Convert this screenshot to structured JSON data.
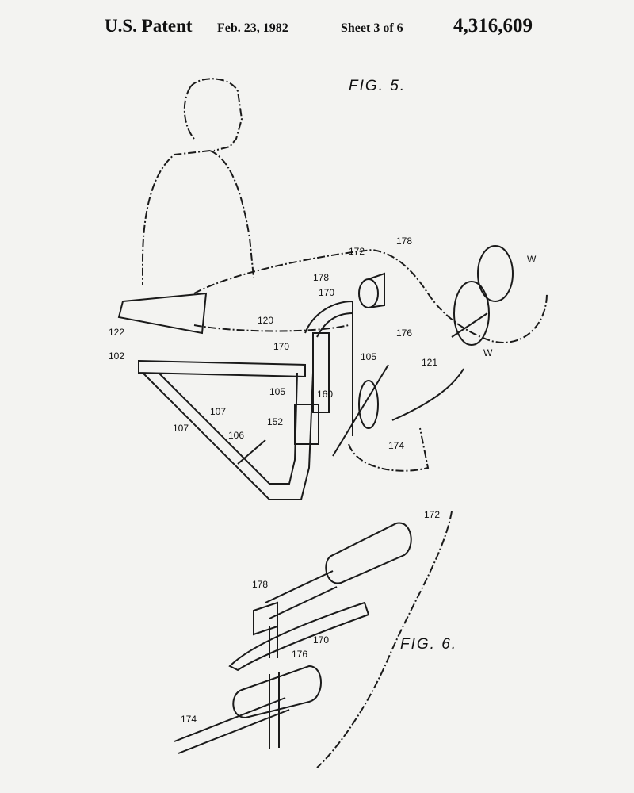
{
  "header": {
    "title": "U.S. Patent",
    "date": "Feb. 23, 1982",
    "sheet": "Sheet 3 of 6",
    "number": "4,316,609"
  },
  "figures": {
    "fig5": "FIG.  5.",
    "fig6": "FIG. 6."
  },
  "fig5_labels": [
    "172",
    "178",
    "W",
    "178",
    "170",
    "120",
    "176",
    "122",
    "170",
    "102",
    "105",
    "121",
    "105",
    "160",
    "107",
    "152",
    "107",
    "106",
    "174",
    "W"
  ],
  "fig6_labels": [
    "172",
    "178",
    "170",
    "176",
    "174"
  ]
}
